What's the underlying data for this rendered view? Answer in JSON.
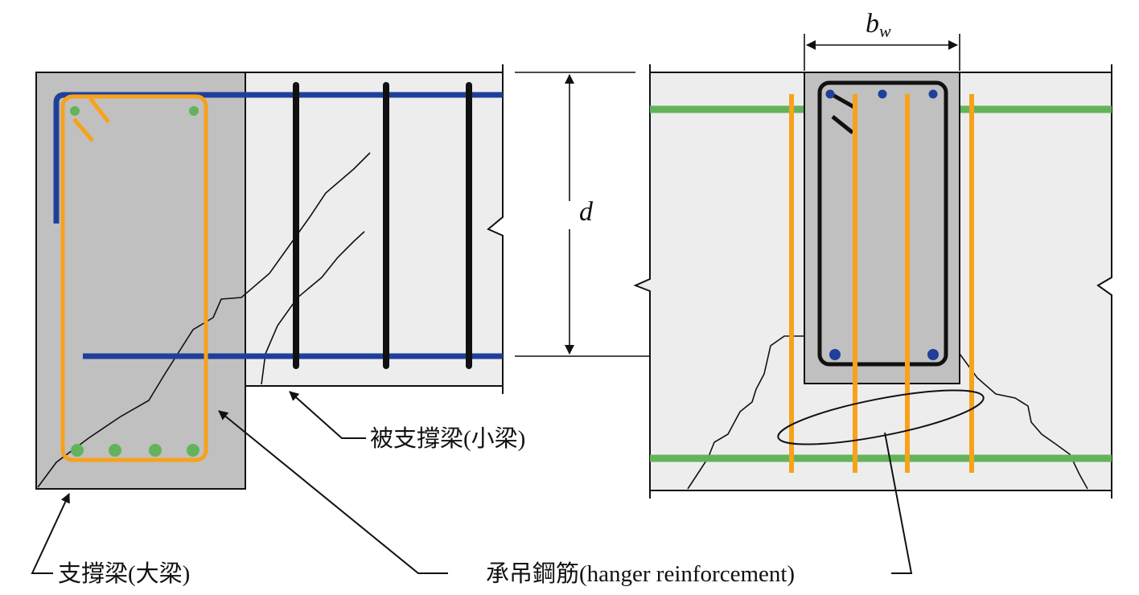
{
  "labels": {
    "bw_main": "b",
    "bw_sub": "w",
    "d": "d",
    "supported_beam": "被支撐梁(小梁)",
    "supporting_beam": "支撐梁(大梁)",
    "hanger": "承吊鋼筋(hanger reinforcement)"
  },
  "colors": {
    "concrete_dark": "#c0c0c0",
    "concrete_light": "#ededed",
    "outline": "#111111",
    "long_bar_blue": "#1f3f9a",
    "stirrup_black": "#111111",
    "hanger_orange": "#f7a21b",
    "girder_bar_green": "#63b35a",
    "bar_dot_blue": "#1f3f9a",
    "bar_dot_green": "#63b35a"
  }
}
